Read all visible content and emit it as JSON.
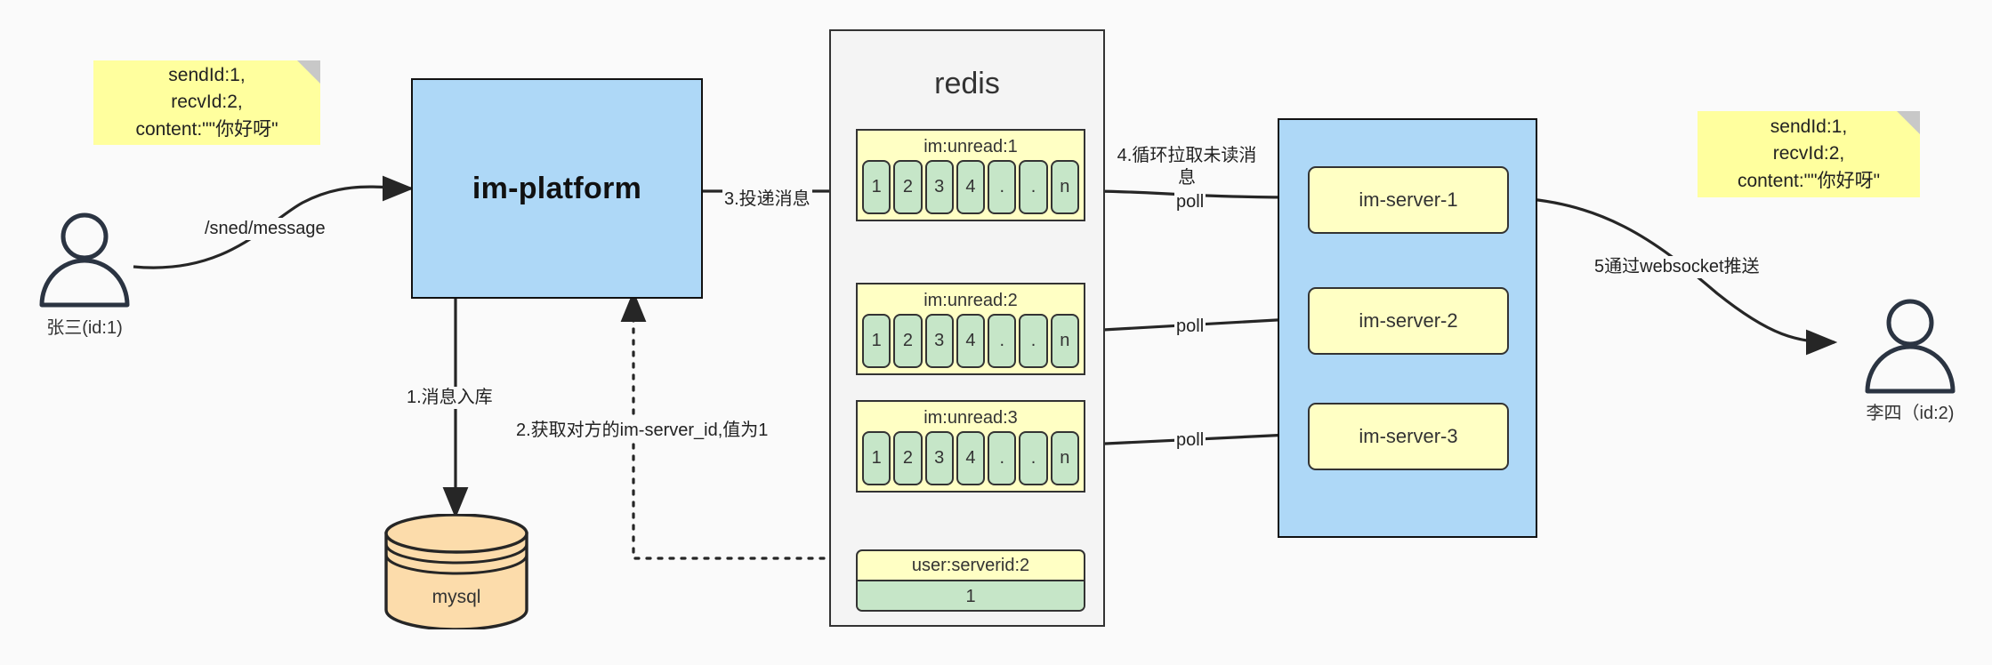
{
  "diagram": {
    "title": "IM message delivery architecture",
    "colors": {
      "note_bg": "#ffff9e",
      "platform_bg": "#aed8f7",
      "redis_bg": "#f4f4f4",
      "key_bg": "#ffffc4",
      "cell_bg": "#c6e6c8",
      "db_bg": "#fcdcab",
      "stroke": "#333333"
    }
  },
  "notes": {
    "left": "sendId:1,\nrecvId:2,\ncontent:\"\"你好呀\"",
    "right": "sendId:1,\nrecvId:2,\ncontent:\"\"你好呀\""
  },
  "actors": {
    "sender": {
      "label": "张三(id:1)",
      "icon": "user-icon"
    },
    "receiver": {
      "label": "李四（id:2)",
      "icon": "user-icon"
    }
  },
  "platform": {
    "label": "im-platform"
  },
  "database": {
    "label": "mysql",
    "icon": "database-cylinder-icon"
  },
  "redis": {
    "title": "redis",
    "lists": [
      {
        "key": "im:unread:1",
        "cells": [
          "1",
          "2",
          "3",
          "4",
          ".",
          ".",
          "n"
        ]
      },
      {
        "key": "im:unread:2",
        "cells": [
          "1",
          "2",
          "3",
          "4",
          ".",
          ".",
          "n"
        ]
      },
      {
        "key": "im:unread:3",
        "cells": [
          "1",
          "2",
          "3",
          "4",
          ".",
          ".",
          "n"
        ]
      }
    ],
    "kv": {
      "key": "user:serverid:2",
      "value": "1"
    }
  },
  "cluster": {
    "servers": [
      {
        "label": "im-server-1"
      },
      {
        "label": "im-server-2"
      },
      {
        "label": "im-server-3"
      }
    ]
  },
  "edges": {
    "send_message": "/sned/message",
    "step1": "1.消息入库",
    "step2": "2.获取对方的im-server_id,值为1",
    "step3": "3.投递消息",
    "step4": "4.循环拉取未读消息",
    "step5": "5通过websocket推送",
    "poll1": "poll",
    "poll2": "poll",
    "poll3": "poll"
  }
}
